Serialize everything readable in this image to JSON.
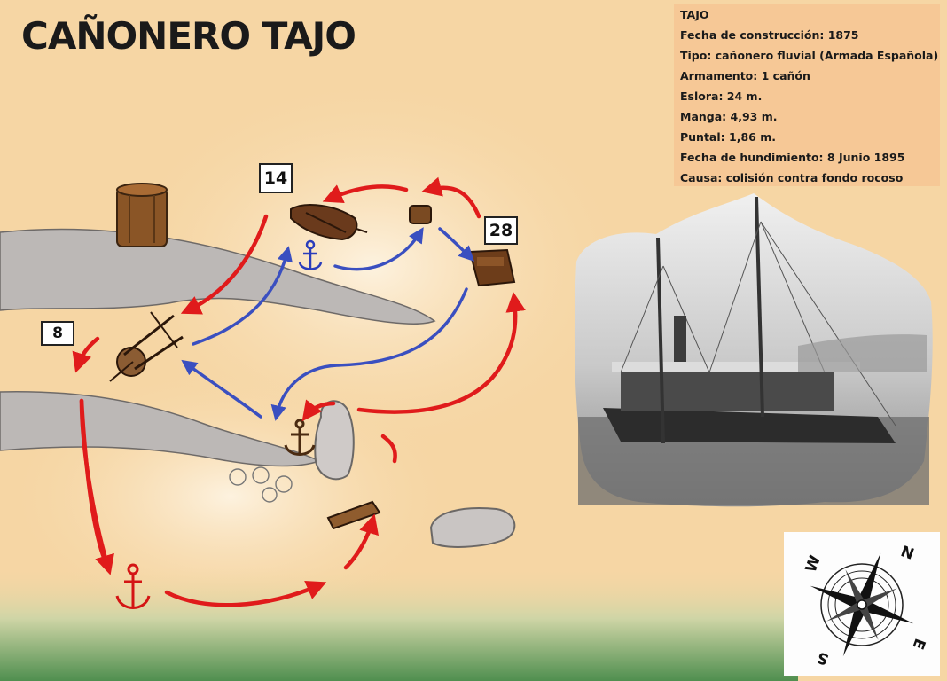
{
  "map": {
    "title": "CAÑONERO TAJO"
  },
  "info_panel": {
    "heading": "TAJO",
    "lines": [
      "Fecha de construcción: 1875",
      "Tipo: cañonero fluvial (Armada Española)",
      "Armamento: 1 cañón",
      "Eslora: 24 m.",
      "Manga: 4,93 m.",
      "Puntal: 1,86 m.",
      "Fecha de hundimiento: 8 Junio 1895",
      "Causa: colisión contra fondo rocoso"
    ]
  },
  "markers": {
    "m14": "14",
    "m28": "28",
    "m8": "8"
  },
  "compass": {
    "north": "N",
    "east": "E",
    "south": "S",
    "west": "W"
  },
  "colors": {
    "sand": "#f6d6a4",
    "info_panel": "#f6c896",
    "route_red": "#e01b1b",
    "route_blue": "#3a4fc0",
    "reef_gray": "#b9b4b2",
    "sea_green": "#5f9a58"
  },
  "icons": [
    "anchor-icon",
    "compass-rose-icon",
    "arrow-icon"
  ]
}
